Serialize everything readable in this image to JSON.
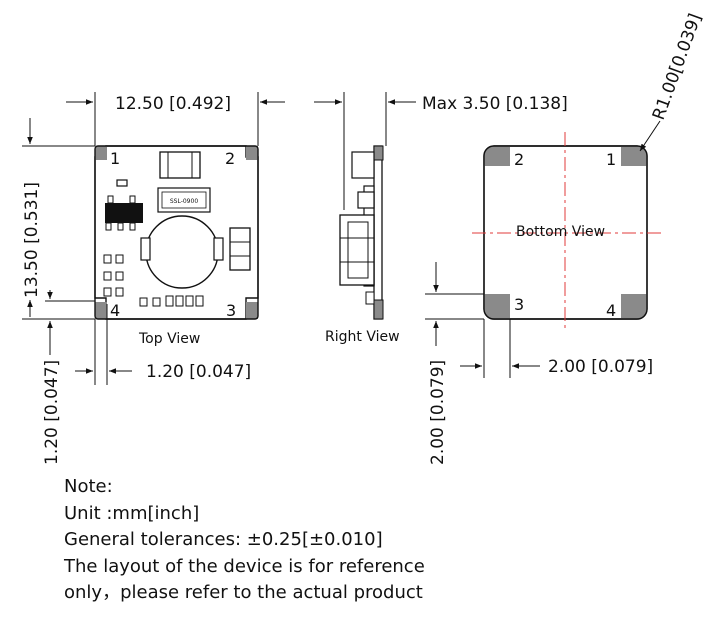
{
  "dimensions": {
    "top_width": "12.50 [0.492]",
    "top_height": "13.50 [0.531]",
    "top_margin_x": "1.20 [0.047]",
    "top_margin_y": "1.20 [0.047]",
    "max_thickness": "Max 3.50 [0.138]",
    "corner_radius": "R1.00[0.039]",
    "pad_x": "2.00 [0.079]",
    "pad_y": "2.00 [0.079]"
  },
  "views": {
    "top": "Top View",
    "right": "Right View",
    "bottom": "Bottom View"
  },
  "pins": {
    "top": [
      "1",
      "2",
      "3",
      "4"
    ],
    "bottom": [
      "2",
      "1",
      "3",
      "4"
    ]
  },
  "silkscreen": "SSL-0900",
  "notes": {
    "title": "Note:",
    "unit": "Unit :mm[inch]",
    "tolerance": "General tolerances: ±0.25[±0.010]",
    "line1": "The layout of the device is for reference",
    "line2": "only，please refer to the actual product"
  },
  "colors": {
    "outline": "#111111",
    "pad": "#8a8a8a",
    "centerline": "#e23b3b"
  }
}
